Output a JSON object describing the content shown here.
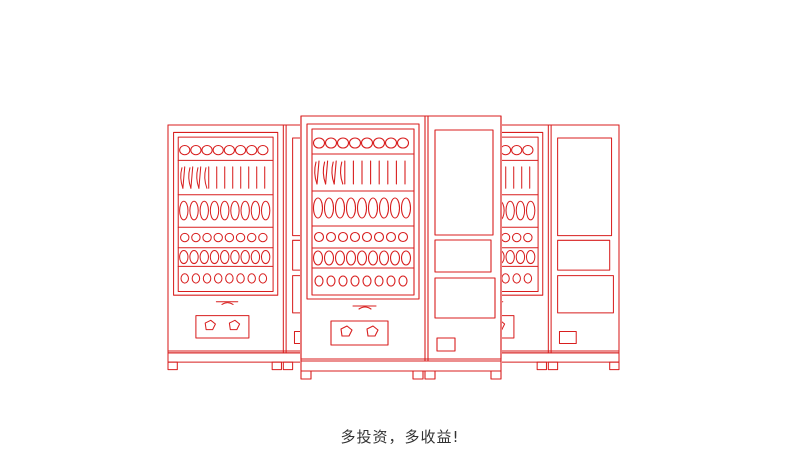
{
  "caption": "多投资，多收益!",
  "colors": {
    "line": "#d81e1e",
    "background": "#ffffff",
    "text": "#333333"
  },
  "illustration": {
    "subject": "vending-machines",
    "machine_count": 3
  }
}
